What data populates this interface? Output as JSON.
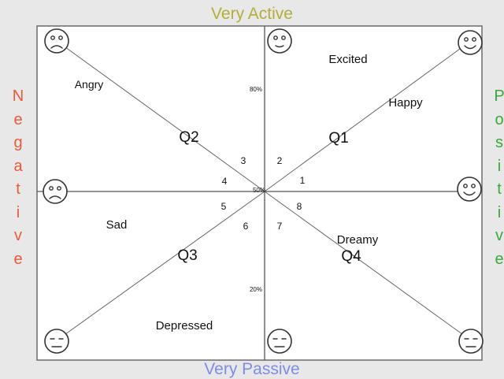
{
  "axes": {
    "top": {
      "label": "Very Active",
      "color": "#b5ad3a"
    },
    "bottom": {
      "label": "Very Passive",
      "color": "#7f8ce8"
    },
    "left": {
      "letters": [
        "N",
        "e",
        "g",
        "a",
        "t",
        "i",
        "v",
        "e"
      ],
      "color": "#e85a3a"
    },
    "right": {
      "letters": [
        "P",
        "o",
        "s",
        "i",
        "t",
        "i",
        "v",
        "e"
      ],
      "color": "#3aa83a"
    }
  },
  "quadrants": [
    "Q1",
    "Q2",
    "Q3",
    "Q4"
  ],
  "emotions": [
    "Excited",
    "Happy",
    "Angry",
    "Sad",
    "Dreamy",
    "Depressed"
  ],
  "sectors": [
    "1",
    "2",
    "3",
    "4",
    "5",
    "6",
    "7",
    "8"
  ],
  "percent_labels": {
    "high": "80%",
    "center": "50%",
    "low": "20%"
  },
  "faces": {
    "top_left": "frown",
    "top_center": "open",
    "top_right": "smile",
    "mid_left": "frown",
    "mid_right": "smile",
    "bottom_left": "sleepy",
    "bottom_center": "sleepy",
    "bottom_right": "sleepy"
  },
  "colors": {
    "background": "#e8e8e8",
    "panel": "#ffffff",
    "line": "#6a6a6a",
    "text": "#111111"
  }
}
